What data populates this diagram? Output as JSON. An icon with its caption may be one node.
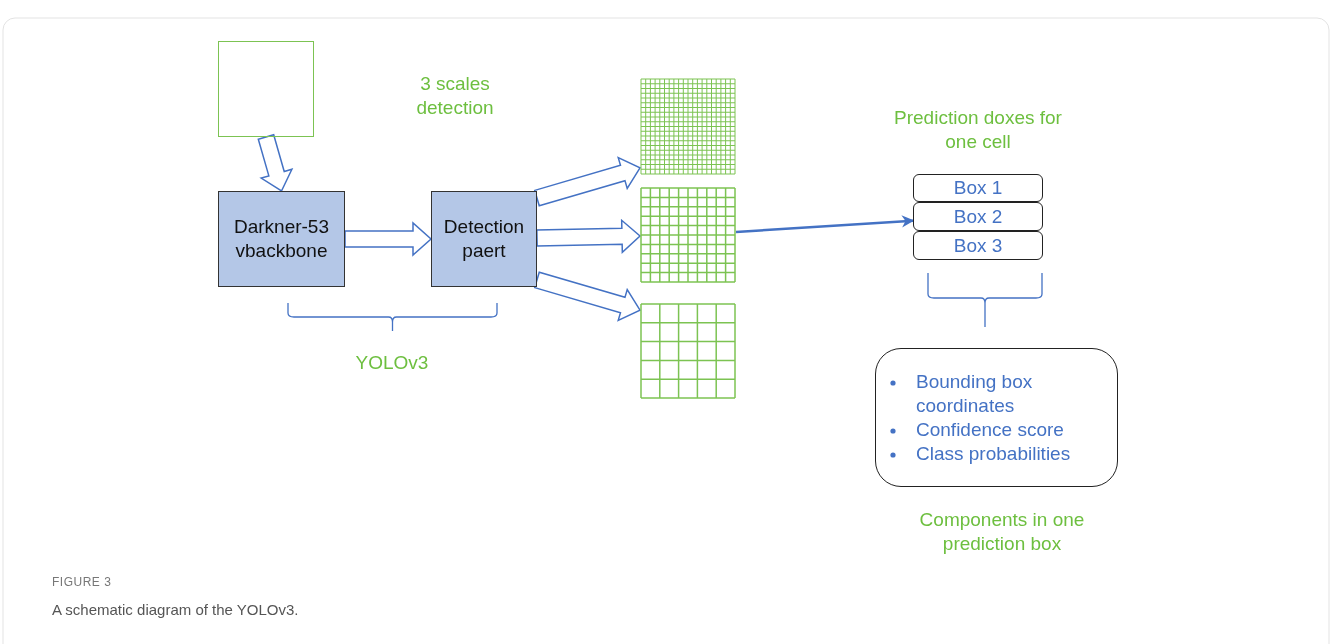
{
  "diagram": {
    "caption": "A schematic diagram of the YOLOv3.",
    "nodes": [
      {
        "text": [],
        "shape": "box"
      },
      {
        "text": [
          "Darkner-53 vbackbone"
        ]
      },
      {
        "text": [
          "Detection paert"
        ]
      },
      {
        "text": [],
        "shape": "grid"
      },
      {
        "text": [],
        "shape": "grid"
      },
      {
        "text": [],
        "shape": "grid"
      },
      {
        "text": [
          "Box 1"
        ],
        "beside": [
          "Prediction doxes for one cell"
        ]
      },
      {
        "text": [
          "Box 2"
        ]
      },
      {
        "text": [
          "Box 3"
        ]
      },
      {
        "text": [
          "Bounding box coordinates",
          "Confidence score",
          "Class probabilities"
        ],
        "beside": [
          "Components in one prediction box"
        ]
      }
    ],
    "edges": [
      {
        "from": 0,
        "to": 1,
        "arrow": "to",
        "style": "thick"
      },
      {
        "from": 1,
        "to": 2,
        "arrow": "to",
        "style": "thick"
      },
      {
        "from": 2,
        "to": 3,
        "arrow": "to",
        "style": "thick"
      },
      {
        "from": 2,
        "to": 4,
        "arrow": "to",
        "style": "thick"
      },
      {
        "from": 2,
        "to": 5,
        "arrow": "to",
        "style": "thick"
      },
      {
        "from": 4,
        "to": 7,
        "arrow": "to"
      }
    ],
    "labels": [
      "3 scales detection",
      "YOLOv3",
      "FIGURE 3"
    ]
  }
}
